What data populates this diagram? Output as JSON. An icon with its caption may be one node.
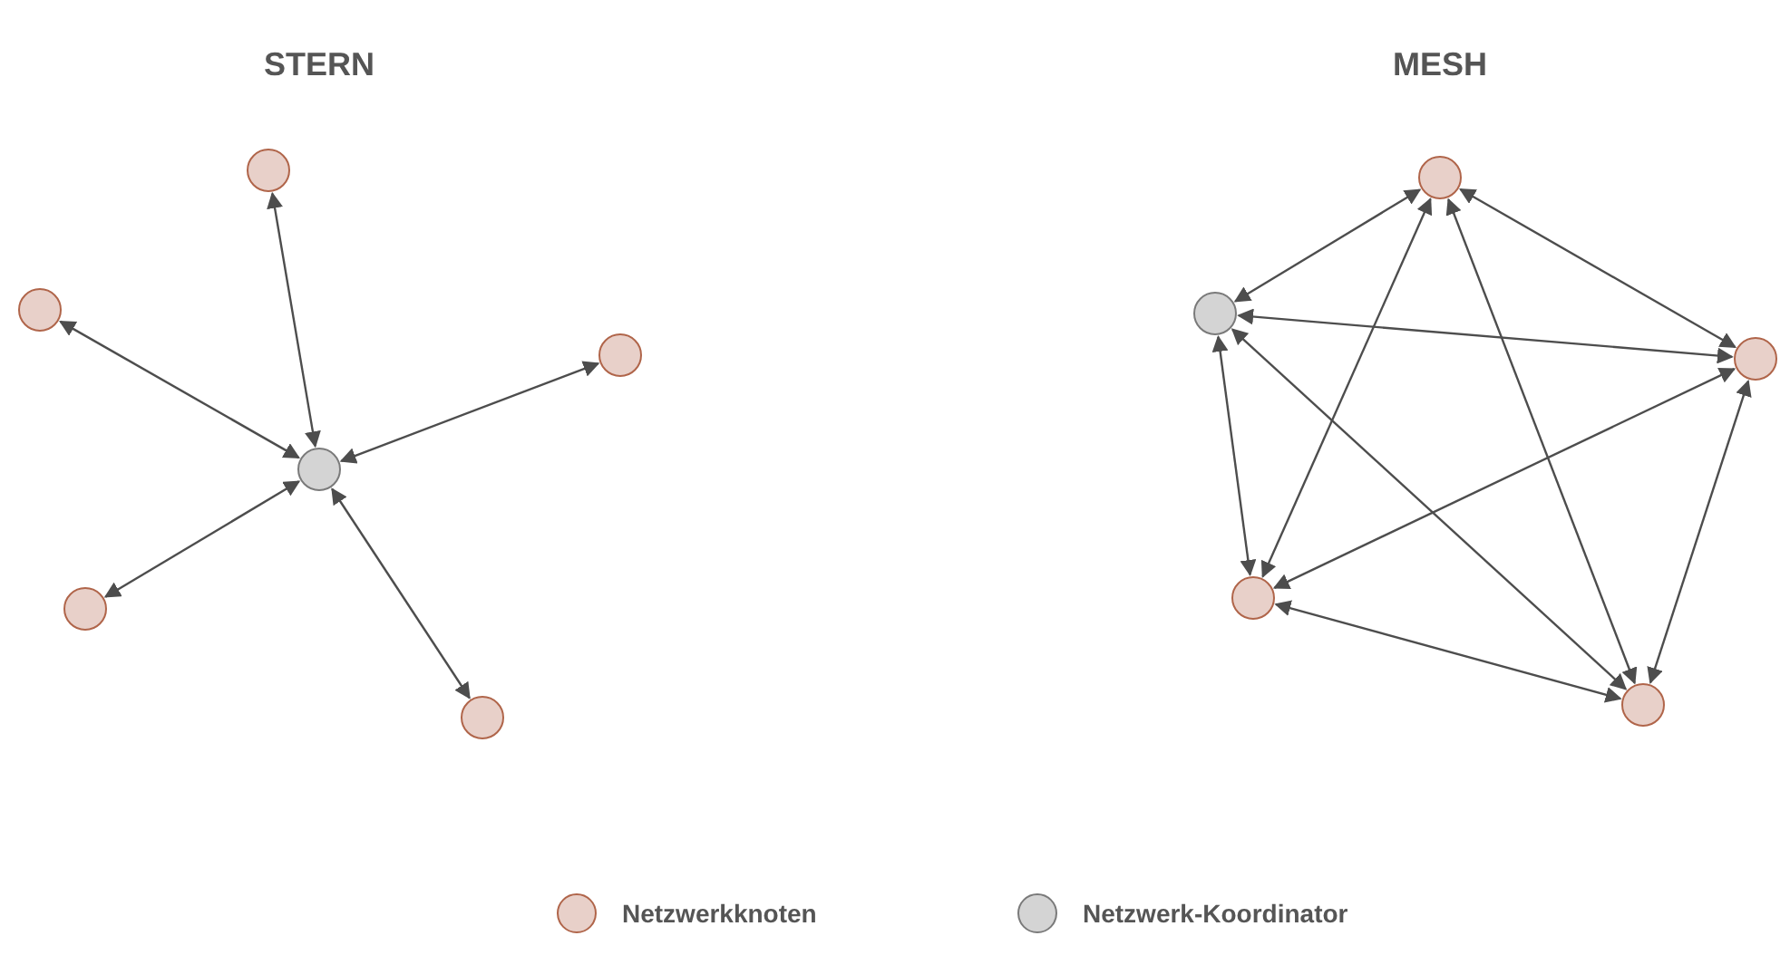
{
  "diagram": {
    "nodes": [
      {
        "text": [],
        "shape": "circle"
      },
      {
        "text": [],
        "shape": "circle"
      },
      {
        "text": [],
        "shape": "circle"
      },
      {
        "text": [],
        "shape": "circle"
      },
      {
        "text": [],
        "shape": "circle"
      },
      {
        "text": [],
        "shape": "circle"
      },
      {
        "text": [],
        "shape": "circle"
      },
      {
        "text": [],
        "shape": "circle"
      },
      {
        "text": [],
        "shape": "circle"
      },
      {
        "text": [],
        "shape": "circle"
      },
      {
        "text": [],
        "shape": "circle"
      }
    ],
    "edges": [
      {
        "from": 3,
        "to": 0,
        "arrow": "both"
      },
      {
        "from": 3,
        "to": 1,
        "arrow": "both"
      },
      {
        "from": 3,
        "to": 2,
        "arrow": "both"
      },
      {
        "from": 3,
        "to": 4,
        "arrow": "both"
      },
      {
        "from": 3,
        "to": 5,
        "arrow": "both"
      },
      {
        "from": 7,
        "to": 6,
        "arrow": "both"
      },
      {
        "from": 6,
        "to": 8,
        "arrow": "both"
      },
      {
        "from": 7,
        "to": 8,
        "arrow": "both"
      },
      {
        "from": 7,
        "to": 9,
        "arrow": "both"
      },
      {
        "from": 9,
        "to": 10,
        "arrow": "both"
      },
      {
        "from": 8,
        "to": 10,
        "arrow": "both"
      },
      {
        "from": 6,
        "to": 9,
        "arrow": "both"
      },
      {
        "from": 6,
        "to": 10,
        "arrow": "both"
      },
      {
        "from": 7,
        "to": 10,
        "arrow": "both"
      },
      {
        "from": 8,
        "to": 9,
        "arrow": "both"
      }
    ],
    "labels": [
      "STERN",
      "MESH"
    ],
    "legend": [
      {
        "text": "Netzwerkknoten",
        "color": "#e8d0c9"
      },
      {
        "text": "Netzwerk-Koordinator",
        "color": "#d4d4d4"
      }
    ]
  }
}
